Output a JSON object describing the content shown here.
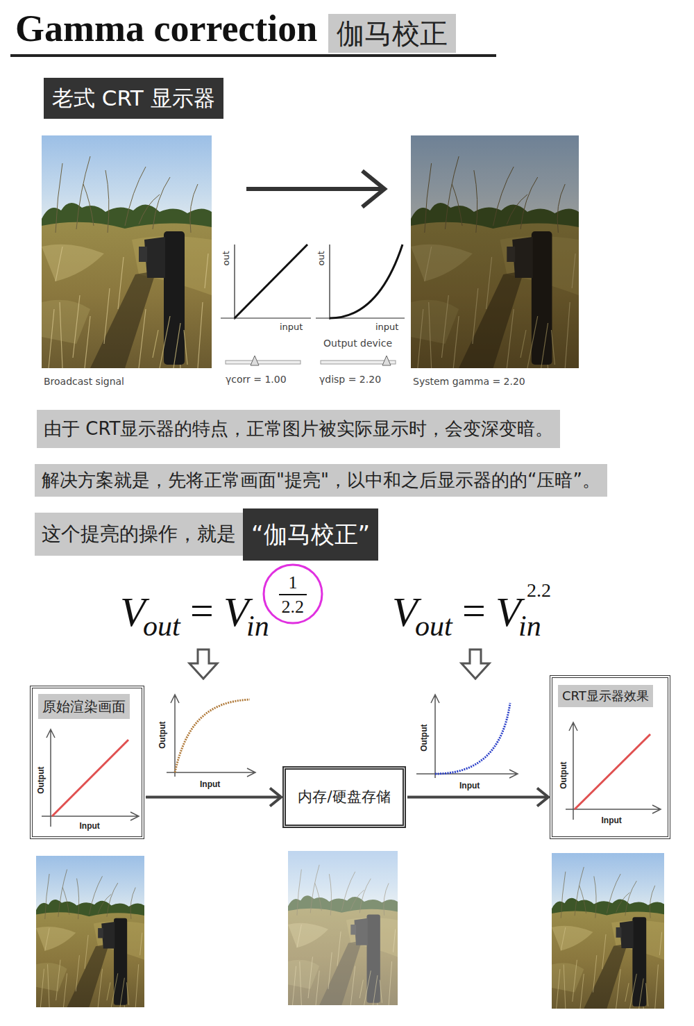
{
  "diagram": {
    "title": "Gamma correction",
    "nodes": [
      {
        "text": [
          "伽马校正"
        ]
      },
      {
        "text": [
          "老式 CRT 显示器"
        ]
      },
      {
        "text": [
          "由于 CRT显示器的特点，正常图片被实际显示时，会变深变暗。"
        ]
      },
      {
        "text": [
          "解决方案就是，先将正常画面\"提亮\"，以中和之后显示器的的“压暗”。"
        ]
      },
      {
        "text": [
          "这个提亮的操作，就是"
        ]
      },
      {
        "text": [
          "“伽马校正”"
        ]
      },
      {
        "text": [
          "Output",
          "Input"
        ]
      },
      {
        "text": [
          "原始渲染画面"
        ],
        "in": 6
      },
      {
        "text": [
          "内存/硬盘存储"
        ]
      },
      {
        "text": [
          "Output",
          "Input"
        ]
      },
      {
        "text": [
          "CRT显示器效果"
        ],
        "in": 9
      }
    ],
    "edges": [
      {
        "from": 6,
        "to": 8,
        "arrow": "to"
      },
      {
        "from": 8,
        "to": 9,
        "arrow": "to"
      }
    ],
    "labels": [
      "Broadcast signal",
      "out",
      "input",
      "out",
      "input",
      "Output device",
      "γcorr = 1.00",
      "γdisp = 2.20",
      "System gamma = 2.20",
      "V",
      "out",
      "=",
      "V",
      "in",
      "1",
      "2.2",
      "V",
      "out",
      "=",
      "V",
      "in",
      "2.2",
      "Output",
      "Input",
      "Output",
      "Input"
    ]
  }
}
